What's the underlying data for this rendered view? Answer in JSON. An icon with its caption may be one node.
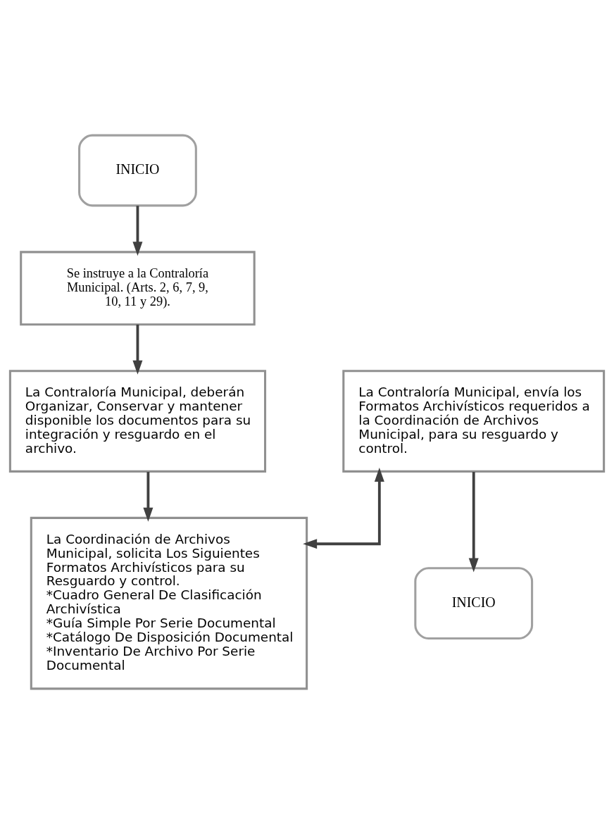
{
  "diagram": {
    "nodes": [
      {
        "text": [
          "INICIO"
        ]
      },
      {
        "text": [
          "Se instruye a la Contraloría Municipal. (Arts. 2, 6, 7, 9, 10, 11 y 29)."
        ]
      },
      {
        "text": [
          "La Contraloría Municipal, deberán Organizar, Conservar y mantener disponible los documentos para su integración y resguardo en el archivo."
        ]
      },
      {
        "text": [
          "La Coordinación de Archivos Municipal, solicita Los Siguientes Formatos Archivísticos para su Resguardo y control.",
          "*Cuadro General De Clasificación Archivística",
          "*Guía Simple Por Serie Documental",
          "*Catálogo De Disposición Documental",
          "*Inventario De Archivo Por Serie Documental"
        ]
      },
      {
        "text": [
          "La Contraloría Municipal, envía los Formatos Archivísticos requeridos a la Coordinación de Archivos Municipal, para su resguardo y control."
        ]
      },
      {
        "text": [
          "INICIO"
        ]
      }
    ],
    "edges": [
      {
        "from": 0,
        "to": 1,
        "arrow": "to"
      },
      {
        "from": 1,
        "to": 2,
        "arrow": "to"
      },
      {
        "from": 2,
        "to": 3,
        "arrow": "to"
      },
      {
        "from": 3,
        "to": 4,
        "arrow": "both"
      },
      {
        "from": 4,
        "to": 5,
        "arrow": "to"
      }
    ]
  }
}
